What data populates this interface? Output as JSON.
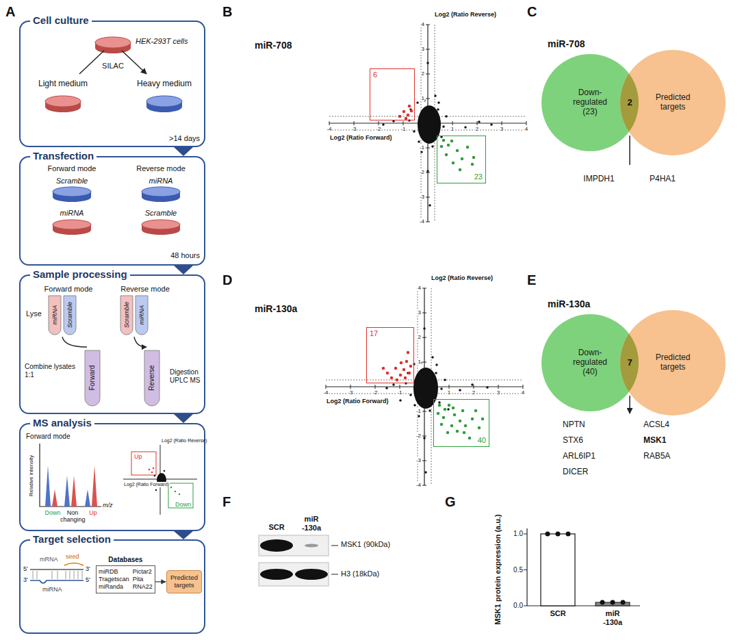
{
  "diagram": {
    "nodes": [
      {
        "text": [
          "Cell culture",
          "HEK-293T cells",
          "SILAC",
          "Light medium",
          "Heavy medium",
          ">14 days"
        ]
      },
      {
        "text": [
          "Transfection",
          "Forward mode",
          "Reverse mode",
          "Scramble",
          "miRNA",
          "miRNA",
          "Scramble",
          "48 hours"
        ]
      },
      {
        "text": [
          "Sample processing",
          "Forward mode",
          "Reverse mode",
          "Lyse",
          "miRNA",
          "Scramble",
          "Scramble",
          "miRNA",
          "Combine lysates 1:1",
          "Forward",
          "Reverse",
          "Digestion UPLC MS"
        ]
      },
      {
        "text": [
          "MS analysis",
          "Forward mode",
          "Relative intensity",
          "Down",
          "Non changing",
          "Up",
          "m/z",
          "Up",
          "Down",
          "Log2 (Ratio Reverse)",
          "Log2 (Ratio Forward)"
        ]
      },
      {
        "text": [
          "Target selection",
          "5'",
          "3'",
          "seed",
          "mRNA",
          "3'",
          "5'",
          "miRNA"
        ]
      },
      {
        "text": [
          "Databases",
          "miRDB",
          "Pictar2",
          "Tragetscan",
          "Pita",
          "miRanda",
          "RNA22"
        ],
        "in": 4
      },
      {
        "text": [
          "Predicted targets"
        ],
        "in": 4
      },
      {
        "text": [
          "6"
        ]
      },
      {
        "text": [
          "23"
        ]
      },
      {
        "text": [
          "Down-regulated",
          "(23)"
        ]
      },
      {
        "text": [
          "Predicted targets"
        ]
      },
      {
        "text": [
          "17"
        ]
      },
      {
        "text": [
          "40"
        ]
      },
      {
        "text": [
          "Down-regulated",
          "(40)"
        ]
      },
      {
        "text": [
          "Predicted targets"
        ]
      }
    ],
    "edges": [
      {
        "from": 0,
        "to": 1,
        "arrow": "to"
      },
      {
        "from": 1,
        "to": 2,
        "arrow": "to"
      },
      {
        "from": 2,
        "to": 3,
        "arrow": "to"
      },
      {
        "from": 3,
        "to": 4,
        "arrow": "to"
      },
      {
        "from": 5,
        "to": 6,
        "arrow": "to"
      }
    ],
    "labels": [
      "A",
      "B",
      "miR-708",
      "Log2 (Ratio Reverse)",
      "Log2 (Ratio Forward)",
      "-4",
      "-3",
      "-2",
      "-1",
      "1",
      "2",
      "3",
      "4",
      "4",
      "3",
      "2",
      "1",
      "-1",
      "-2",
      "-3",
      "-4",
      "C",
      "miR-708",
      "2",
      "IMPDH1",
      "P4HA1",
      "D",
      "miR-130a",
      "Log2 (Ratio Reverse)",
      "Log2 (Ratio Forward)",
      "-4",
      "-3",
      "-2",
      "-1",
      "1",
      "2",
      "3",
      "4",
      "4",
      "3",
      "2",
      "1",
      "-1",
      "-2",
      "-3",
      "-4",
      "E",
      "miR-130a",
      "7",
      "NPTN",
      "STX6",
      "ARL6IP1",
      "DICER",
      "ACSL4",
      "MSK1",
      "RAB5A",
      "F",
      "SCR",
      "miR -130a",
      "MSK1 (90kDa)",
      "H3 (18kDa)",
      "G",
      "MSK1 protein expression (a.u.)",
      "1.0",
      "0.5",
      "0.0",
      "SCR",
      "miR -130a"
    ]
  }
}
